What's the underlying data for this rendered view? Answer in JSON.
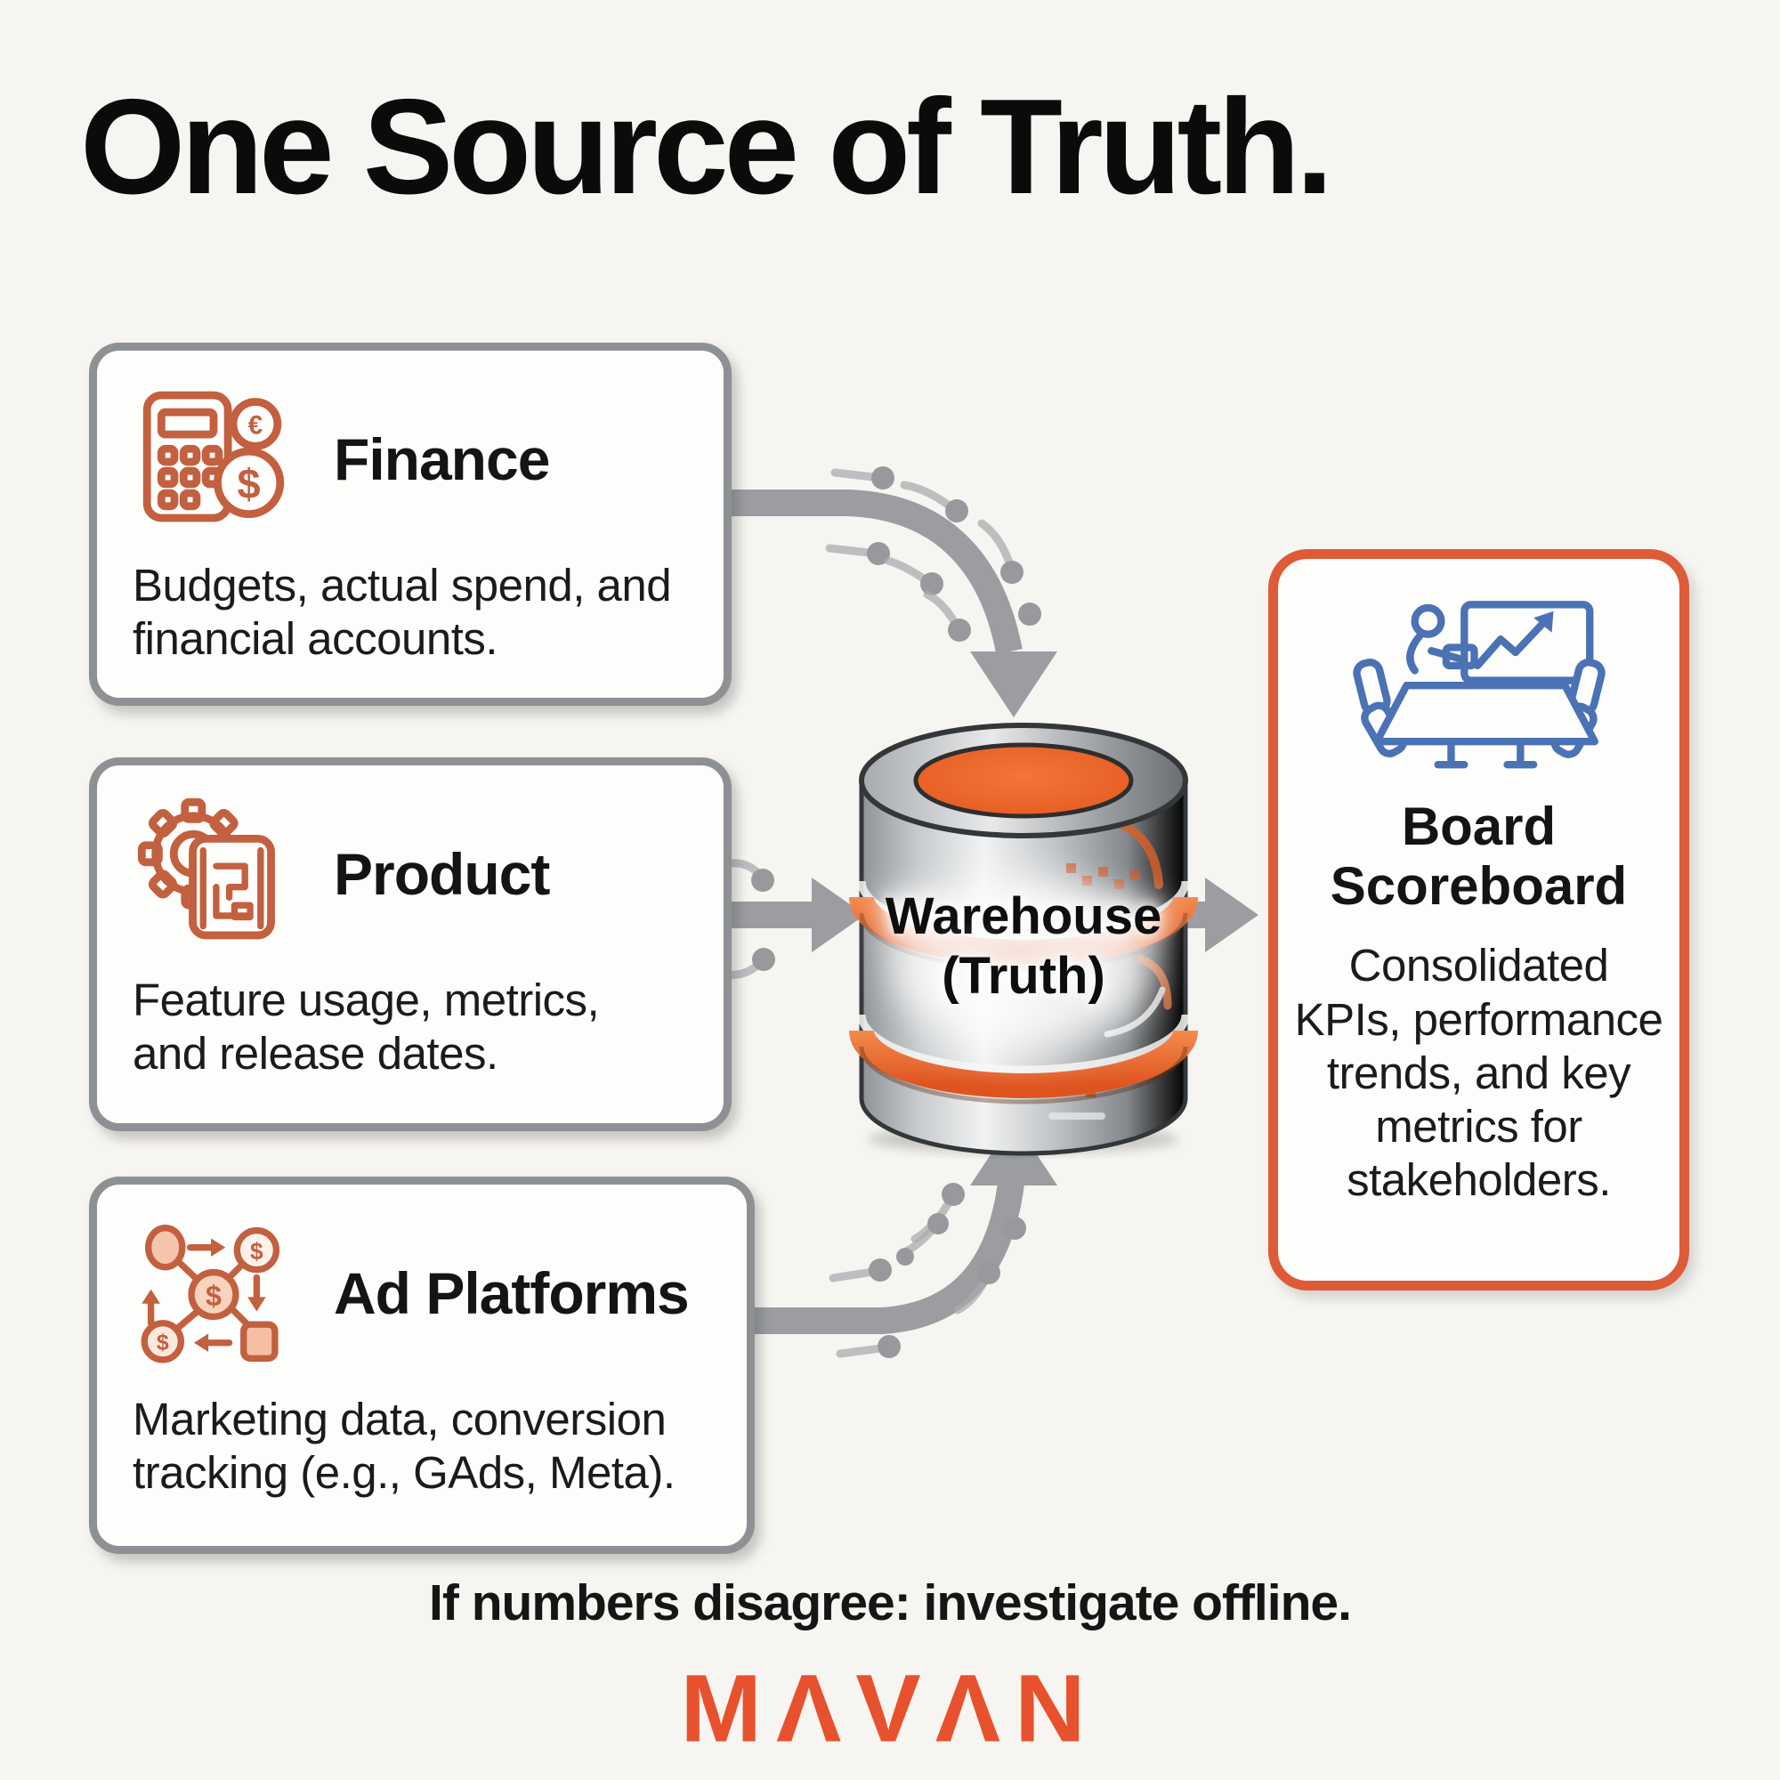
{
  "title": "One Source of Truth.",
  "sources": [
    {
      "label": "Finance",
      "description": "Budgets, actual spend, and financial accounts.",
      "icon": "calculator-coins-icon",
      "coin_symbols": [
        "€",
        "$"
      ]
    },
    {
      "label": "Product",
      "description": "Feature usage, metrics, and release dates.",
      "icon": "gear-blueprint-icon"
    },
    {
      "label": "Ad Platforms",
      "description": "Marketing data, conversion tracking (e.g., GAds, Meta).",
      "icon": "ad-network-icon",
      "coin_symbols": [
        "$",
        "$",
        "$"
      ]
    }
  ],
  "warehouse": {
    "line1": "Warehouse",
    "line2": "(Truth)",
    "icon": "database-cylinder-icon"
  },
  "scoreboard": {
    "label": "Board Scoreboard",
    "description": "Consolidated KPIs, performance trends, and key metrics for stakeholders.",
    "icon": "boardroom-presentation-icon"
  },
  "flows": [
    {
      "from": "Finance",
      "to": "Warehouse (Truth)"
    },
    {
      "from": "Product",
      "to": "Warehouse (Truth)"
    },
    {
      "from": "Ad Platforms",
      "to": "Warehouse (Truth)"
    },
    {
      "from": "Warehouse (Truth)",
      "to": "Board Scoreboard"
    }
  ],
  "footer": {
    "note": "If numbers disagree: investigate offline.",
    "brand": "MAVAN",
    "brand_display": "MΛVΛN"
  },
  "colors": {
    "background": "#F6F5F1",
    "box_fill": "#FDFDFB",
    "box_border_gray": "#8E9194",
    "scoreboard_border_orange": "#DE5B38",
    "icon_terracotta": "#C2603F",
    "icon_blue": "#4A72B5",
    "warehouse_orange": "#EC6430",
    "arrow_gray": "#9B9DA0",
    "brand_orange": "#E8512D",
    "text_black": "#111111"
  }
}
